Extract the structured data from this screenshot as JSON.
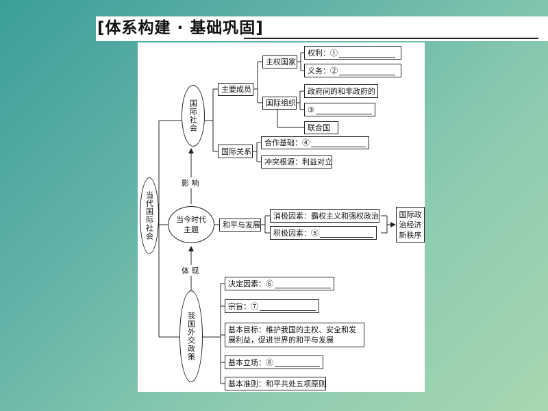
{
  "header": {
    "title": "[体系构建 · 基础巩固]"
  },
  "diagram": {
    "root": "当代国际社会",
    "international_society": "国际社会",
    "main_members": "主要成员",
    "sovereign_state": "主权国家",
    "rights": "权利：①",
    "obligations": "义务：②",
    "intl_org": "国际组织",
    "gov_orgs": "政府间的和非政府的",
    "blank3": "③",
    "un": "联合国",
    "intl_relations": "国际关系",
    "cooperation_basis": "合作基础：④",
    "conflict_root": "冲突根源：利益对立",
    "influence": "影 响",
    "era_theme": "当今时代主题",
    "peace_dev": "和平与发展",
    "negative_factors": "消极因素：霸权主义和强权政治",
    "positive_factors": "积极因素：⑤",
    "new_order": "国际政治经济新秩序",
    "embody": "体 现",
    "foreign_policy": "我国外交政策",
    "determinant": "决定因素：⑥",
    "purpose": "宗旨：⑦",
    "basic_goal": "基本目标：维护我国的主权、安全和发展利益，促进世界的和平与发展",
    "basic_stance": "基本立场：⑧",
    "basic_principle": "基本准则：和平共处五项原则"
  }
}
